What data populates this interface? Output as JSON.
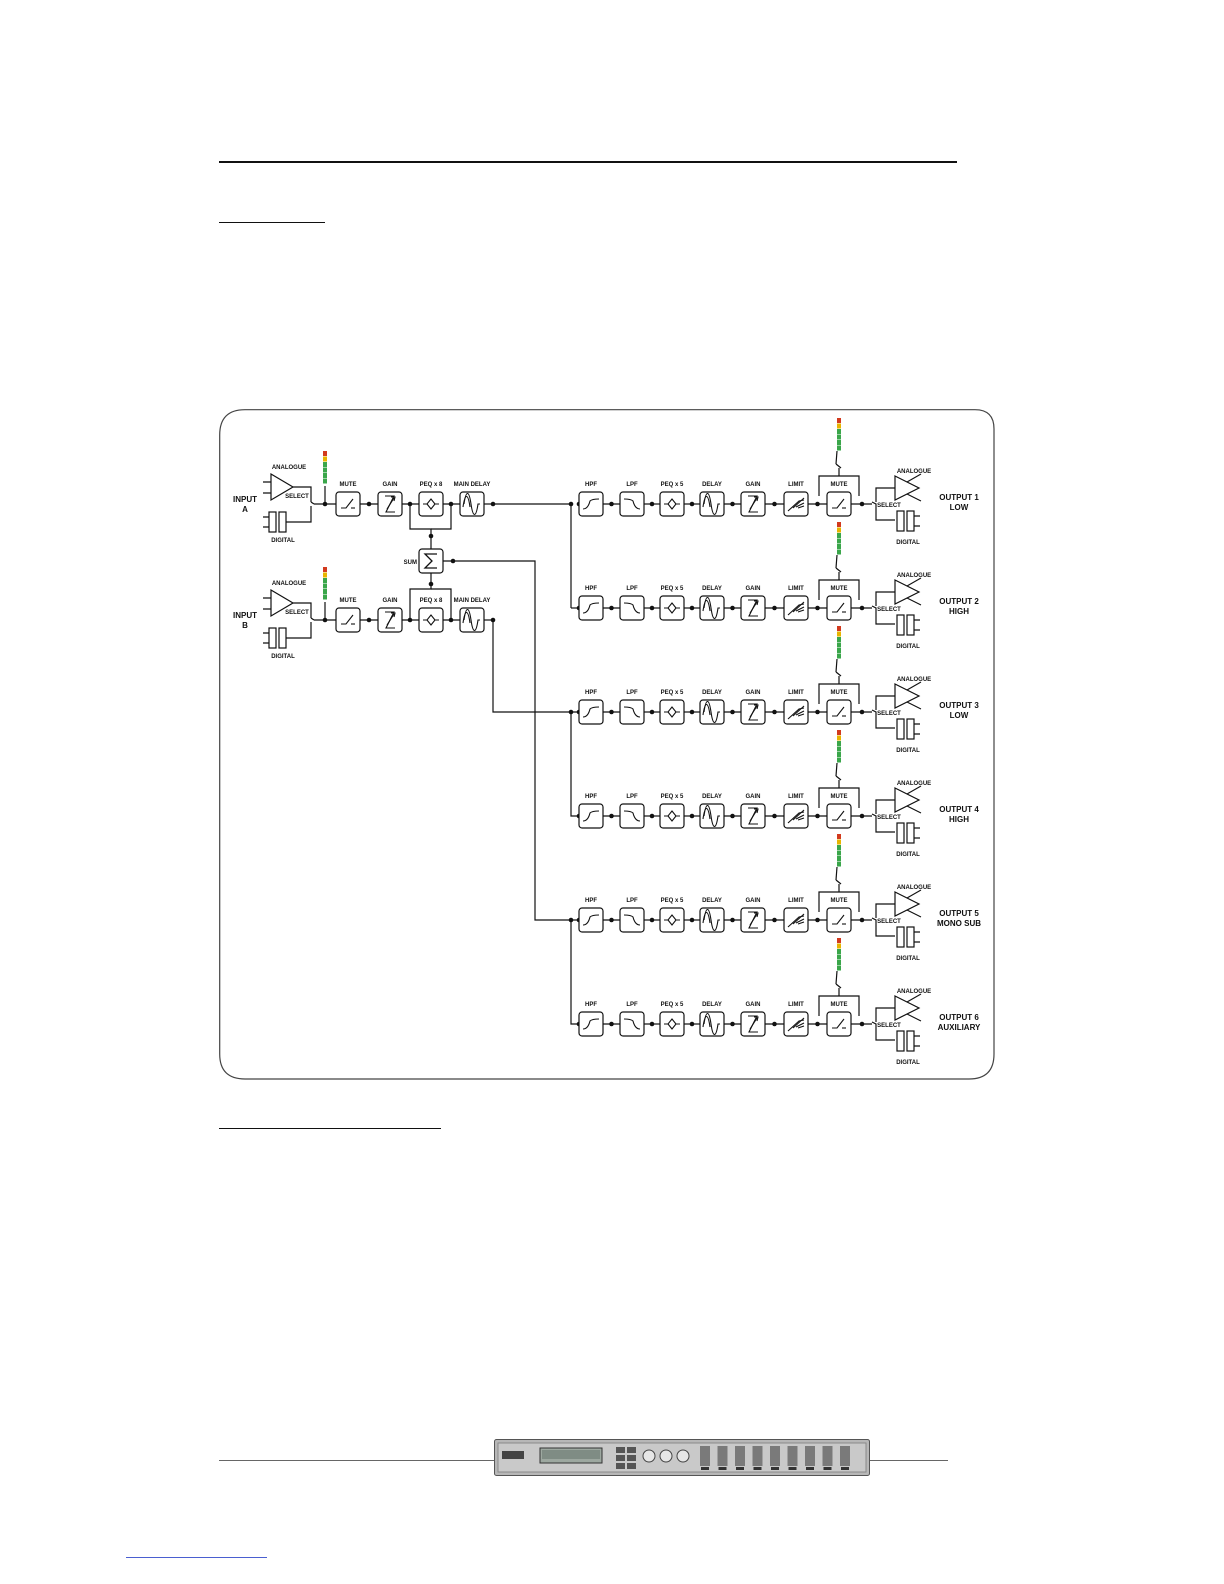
{
  "diagram": {
    "inputs": [
      {
        "name_line1": "INPUT",
        "name_line2": "A"
      },
      {
        "name_line1": "INPUT",
        "name_line2": "B"
      }
    ],
    "input_chain": [
      "MUTE",
      "GAIN",
      "PEQ x 8",
      "MAIN DELAY"
    ],
    "sum_label": "SUM",
    "source_labels": {
      "analogue": "ANALOGUE",
      "digital": "DIGITAL",
      "select": "SELECT"
    },
    "output_chain": [
      "HPF",
      "LPF",
      "PEQ x 5",
      "DELAY",
      "GAIN",
      "LIMIT",
      "MUTE"
    ],
    "outputs": [
      {
        "name_line1": "OUTPUT 1",
        "name_line2": "LOW",
        "source": "A"
      },
      {
        "name_line1": "OUTPUT 2",
        "name_line2": "HIGH",
        "source": "A"
      },
      {
        "name_line1": "OUTPUT 3",
        "name_line2": "LOW",
        "source": "B"
      },
      {
        "name_line1": "OUTPUT 4",
        "name_line2": "HIGH",
        "source": "B"
      },
      {
        "name_line1": "OUTPUT 5",
        "name_line2": "MONO SUB",
        "source": "SUM"
      },
      {
        "name_line1": "OUTPUT 6",
        "name_line2": "AUXILIARY",
        "source": "SUM"
      }
    ],
    "meter_colors": [
      "#d23a1e",
      "#e8b400",
      "#3aa64a",
      "#3aa64a",
      "#3aa64a",
      "#3aa64a"
    ],
    "stroke_color": "#111111",
    "icons": {
      "MUTE": "switch-icon",
      "GAIN": "gain-icon",
      "PEQ x 8": "peq-icon",
      "PEQ x 5": "peq-icon",
      "MAIN DELAY": "delay-icon",
      "DELAY": "delay-icon",
      "HPF": "hpf-icon",
      "LPF": "lpf-icon",
      "LIMIT": "limiter-icon"
    }
  },
  "device": {
    "icon": "rack-unit-image"
  }
}
